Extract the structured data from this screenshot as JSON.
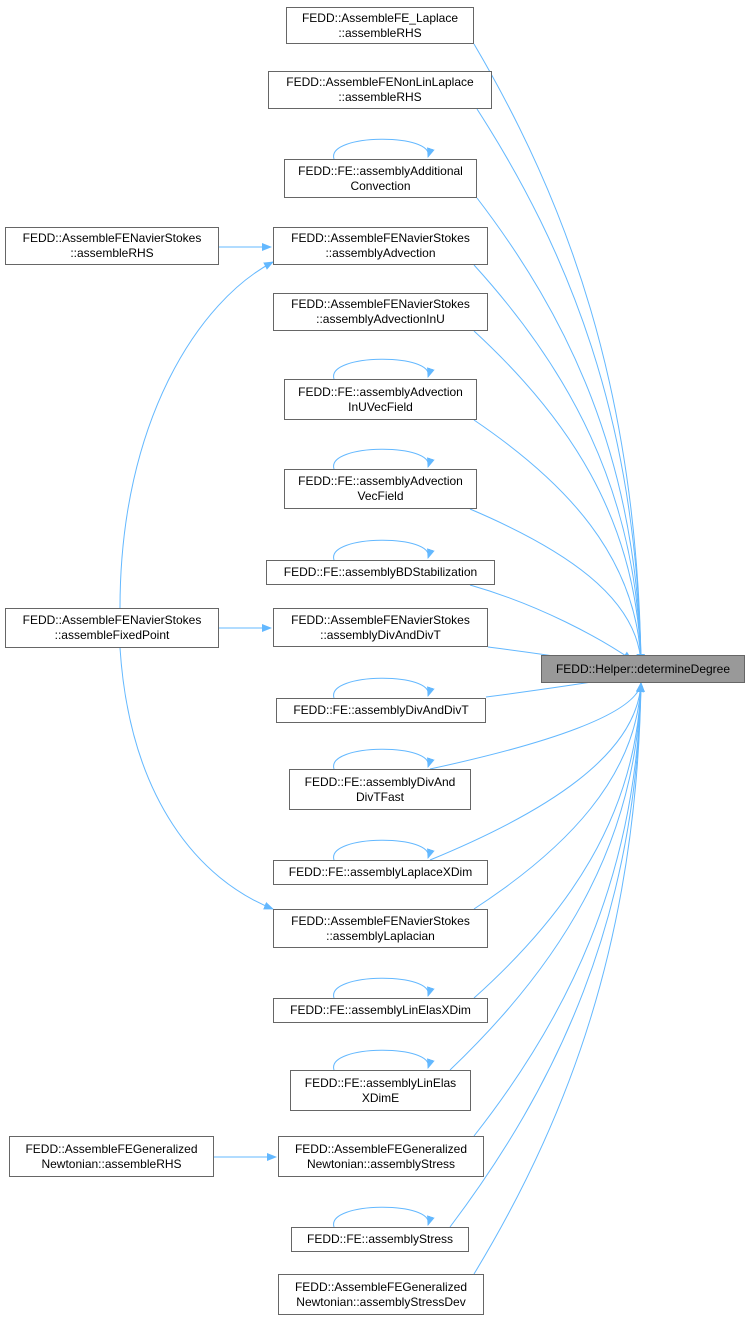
{
  "graph": {
    "edge_color": "#63b8ff",
    "node_border_color": "#666666",
    "target_fill_color": "#999999",
    "target": {
      "id": "target",
      "lines": [
        "FEDD::Helper::determineDegree"
      ]
    },
    "nodes": [
      {
        "id": "fe_laplace_rhs",
        "lines": [
          "FEDD::AssembleFE_Laplace",
          "::assembleRHS"
        ]
      },
      {
        "id": "nonlin_laplace_rhs",
        "lines": [
          "FEDD::AssembleFENonLinLaplace",
          "::assembleRHS"
        ]
      },
      {
        "id": "add_conv",
        "lines": [
          "FEDD::FE::assemblyAdditional",
          "Convection"
        ]
      },
      {
        "id": "ns_advection",
        "lines": [
          "FEDD::AssembleFENavierStokes",
          "::assemblyAdvection"
        ]
      },
      {
        "id": "ns_advection_inu",
        "lines": [
          "FEDD::AssembleFENavierStokes",
          "::assemblyAdvectionInU"
        ]
      },
      {
        "id": "adv_inu_vec",
        "lines": [
          "FEDD::FE::assemblyAdvection",
          "InUVecField"
        ]
      },
      {
        "id": "adv_vec",
        "lines": [
          "FEDD::FE::assemblyAdvection",
          "VecField"
        ]
      },
      {
        "id": "bd_stab",
        "lines": [
          "FEDD::FE::assemblyBDStabilization"
        ]
      },
      {
        "id": "ns_divdivt",
        "lines": [
          "FEDD::AssembleFENavierStokes",
          "::assemblyDivAndDivT"
        ]
      },
      {
        "id": "divdivt",
        "lines": [
          "FEDD::FE::assemblyDivAndDivT"
        ]
      },
      {
        "id": "divdivt_fast",
        "lines": [
          "FEDD::FE::assemblyDivAnd",
          "DivTFast"
        ]
      },
      {
        "id": "laplace_xdim",
        "lines": [
          "FEDD::FE::assemblyLaplaceXDim"
        ]
      },
      {
        "id": "ns_laplacian",
        "lines": [
          "FEDD::AssembleFENavierStokes",
          "::assemblyLaplacian"
        ]
      },
      {
        "id": "linelas_xdim",
        "lines": [
          "FEDD::FE::assemblyLinElasXDim"
        ]
      },
      {
        "id": "linelas_xdime",
        "lines": [
          "FEDD::FE::assemblyLinElas",
          "XDimE"
        ]
      },
      {
        "id": "gn_stress",
        "lines": [
          "FEDD::AssembleFEGeneralized",
          "Newtonian::assemblyStress"
        ]
      },
      {
        "id": "stress",
        "lines": [
          "FEDD::FE::assemblyStress"
        ]
      },
      {
        "id": "gn_stressdev",
        "lines": [
          "FEDD::AssembleFEGeneralized",
          "Newtonian::assemblyStressDev"
        ]
      },
      {
        "id": "ns_rhs",
        "lines": [
          "FEDD::AssembleFENavierStokes",
          "::assembleRHS"
        ]
      },
      {
        "id": "ns_fixedpoint",
        "lines": [
          "FEDD::AssembleFENavierStokes",
          "::assembleFixedPoint"
        ]
      },
      {
        "id": "gn_rhs",
        "lines": [
          "FEDD::AssembleFEGeneralized",
          "Newtonian::assembleRHS"
        ]
      }
    ]
  }
}
